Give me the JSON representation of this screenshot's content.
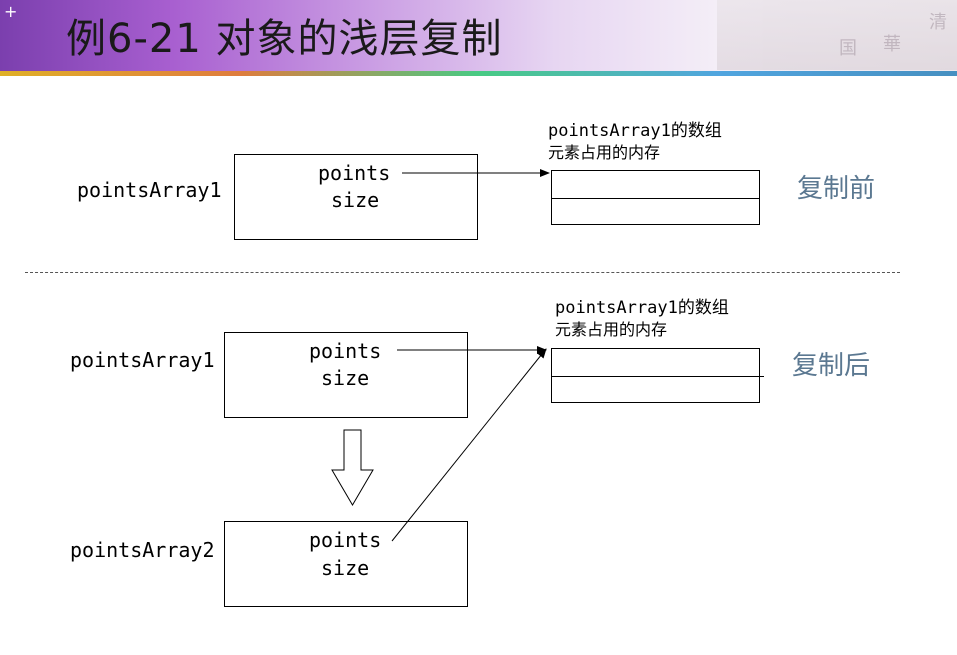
{
  "slide": {
    "title": "例6-21 对象的浅层复制",
    "corner_mark": "+",
    "deco_chars": [
      "国",
      "華",
      "清"
    ]
  },
  "before": {
    "var_label": "pointsArray1",
    "fields": [
      "points",
      "size"
    ],
    "caption_line1": "pointsArray1的数组",
    "caption_line2": "元素占用的内存",
    "state_label": "复制前"
  },
  "after": {
    "var_label_1": "pointsArray1",
    "var_label_2": "pointsArray2",
    "fields_1": [
      "points",
      "size"
    ],
    "fields_2": [
      "points",
      "size"
    ],
    "caption_line1": "pointsArray1的数组",
    "caption_line2": "元素占用的内存",
    "state_label": "复制后"
  },
  "colors": {
    "state_label": "#5b7891",
    "header_purple": "#7b3fae"
  }
}
